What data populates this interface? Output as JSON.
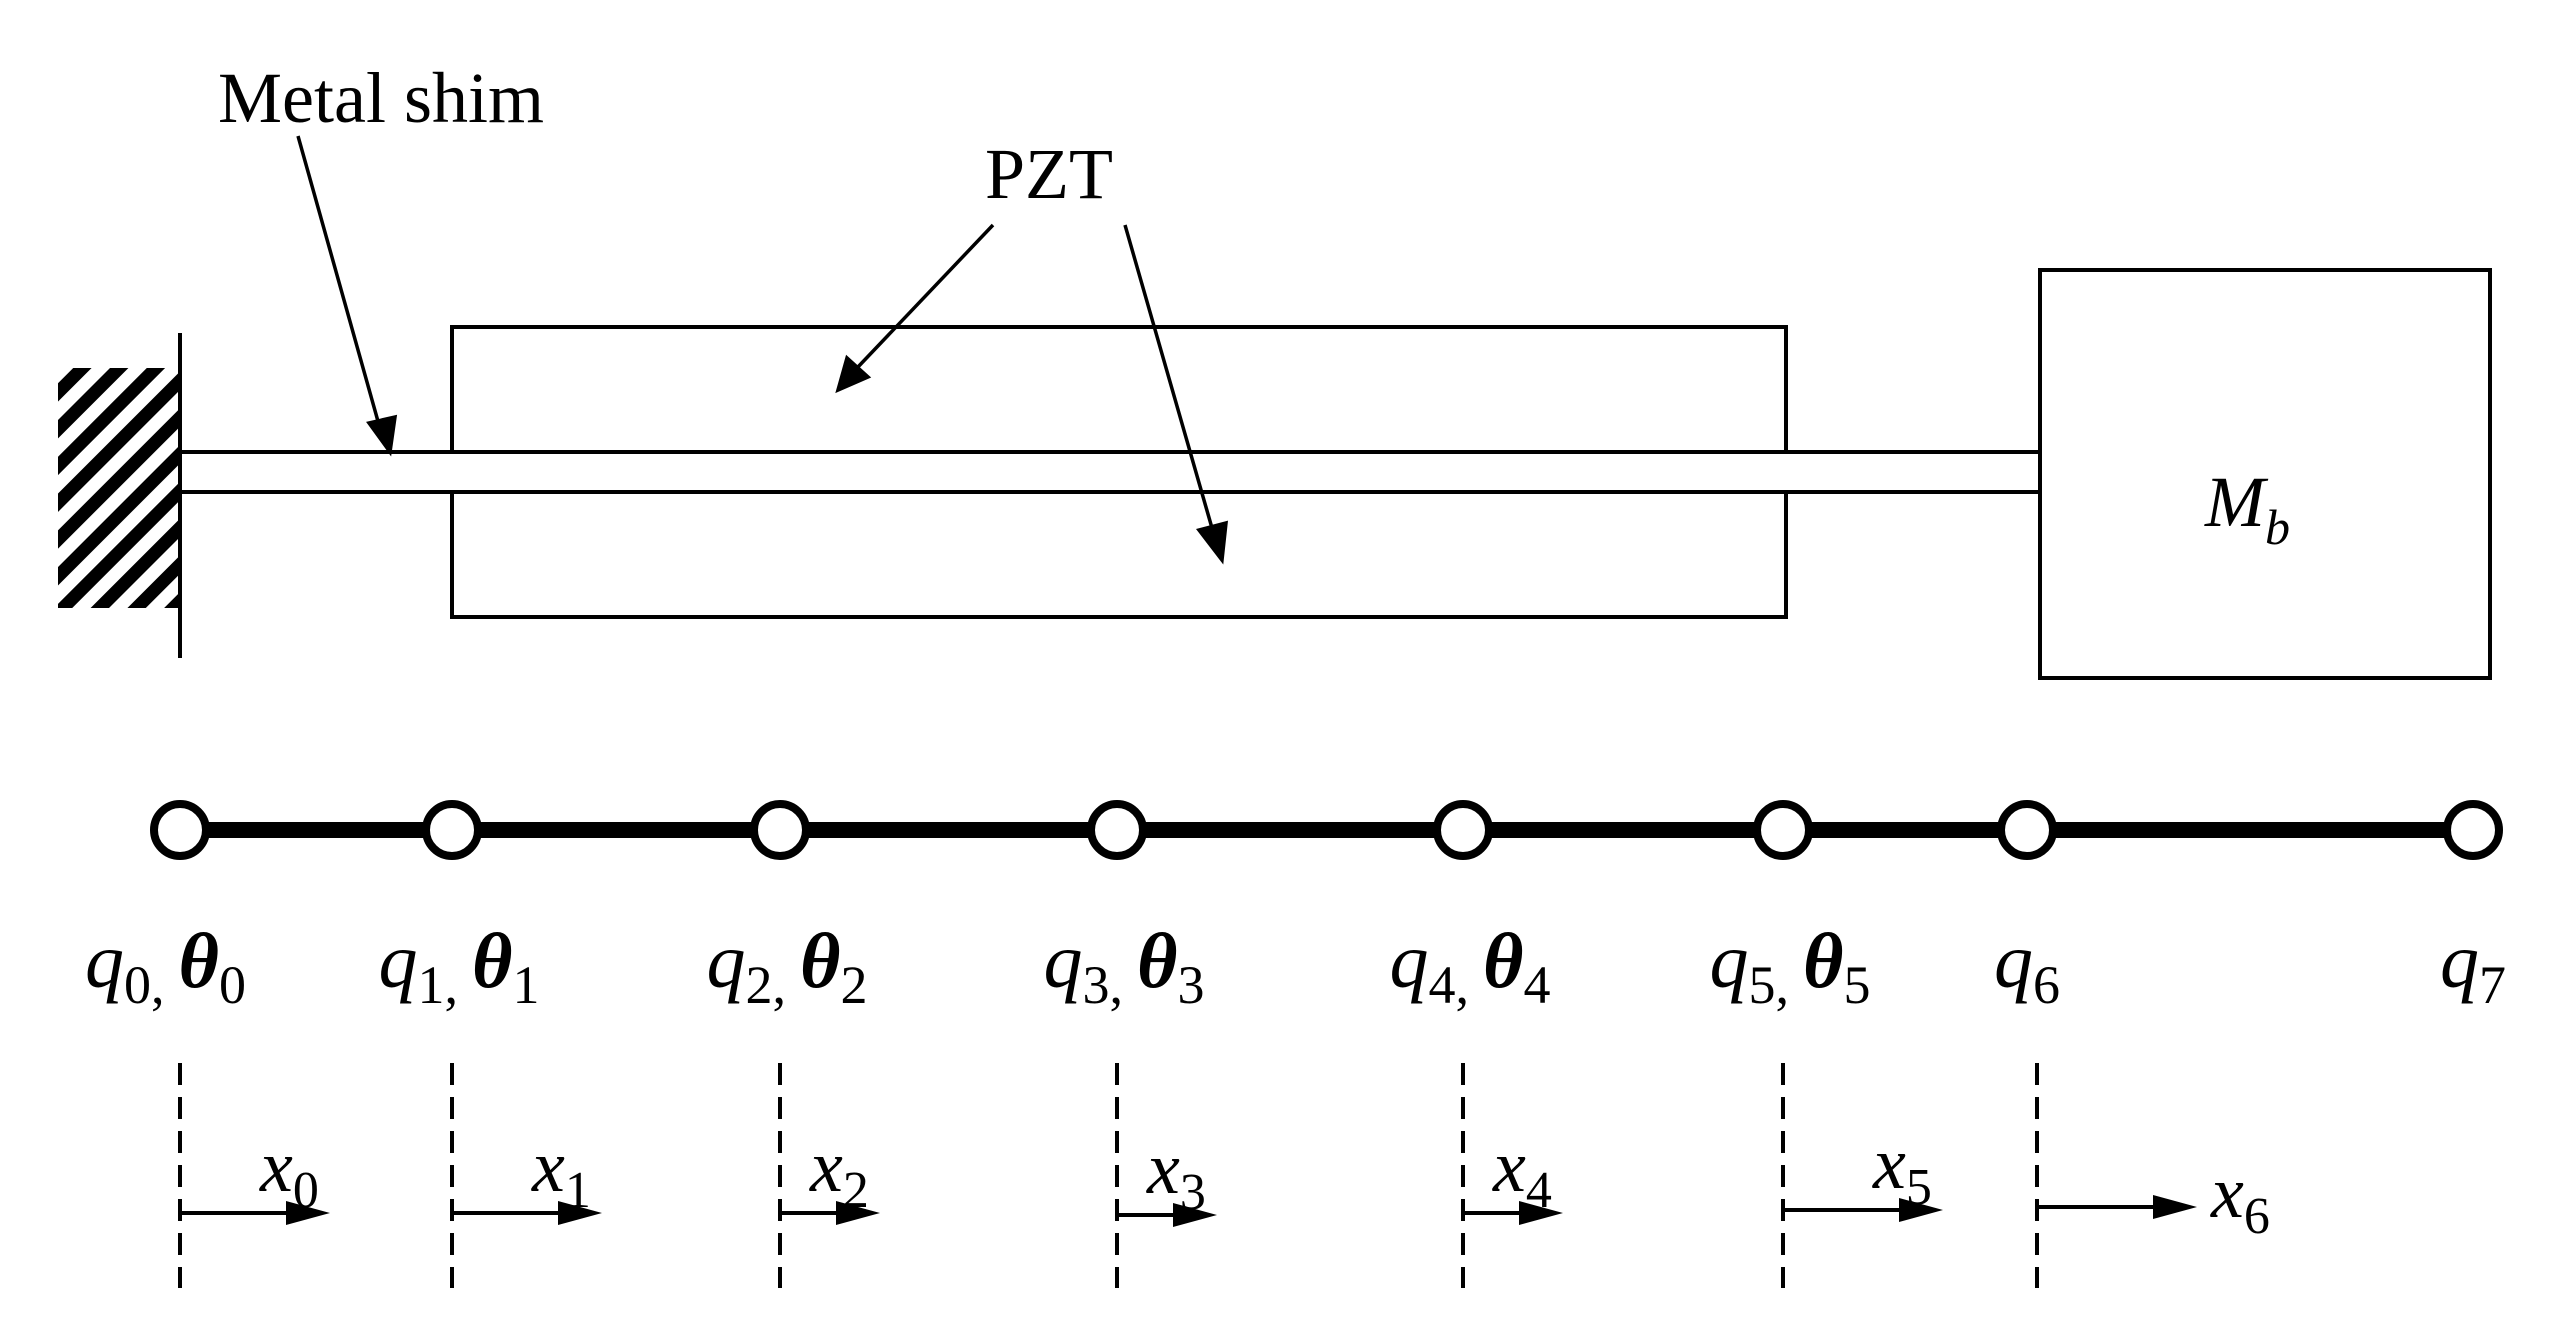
{
  "labels": {
    "metal_shim": "Metal shim",
    "pzt": "PZT",
    "tip_mass_symbol": "M",
    "tip_mass_subscript": "b"
  },
  "nodes": [
    {
      "q": "q",
      "q_sub": "0,",
      "theta": "θ",
      "theta_sub": "0"
    },
    {
      "q": "q",
      "q_sub": "1,",
      "theta": "θ",
      "theta_sub": "1"
    },
    {
      "q": "q",
      "q_sub": "2,",
      "theta": "θ",
      "theta_sub": "2"
    },
    {
      "q": "q",
      "q_sub": "3,",
      "theta": "θ",
      "theta_sub": "3"
    },
    {
      "q": "q",
      "q_sub": "4,",
      "theta": "θ",
      "theta_sub": "4"
    },
    {
      "q": "q",
      "q_sub": "5,",
      "theta": "θ",
      "theta_sub": "5"
    },
    {
      "q": "q",
      "q_sub": "6"
    },
    {
      "q": "q",
      "q_sub": "7"
    }
  ],
  "local_axes": [
    {
      "x": "x",
      "sub": "0"
    },
    {
      "x": "x",
      "sub": "1"
    },
    {
      "x": "x",
      "sub": "2"
    },
    {
      "x": "x",
      "sub": "3"
    },
    {
      "x": "x",
      "sub": "4"
    },
    {
      "x": "x",
      "sub": "5"
    },
    {
      "x": "x",
      "sub": "6"
    }
  ]
}
